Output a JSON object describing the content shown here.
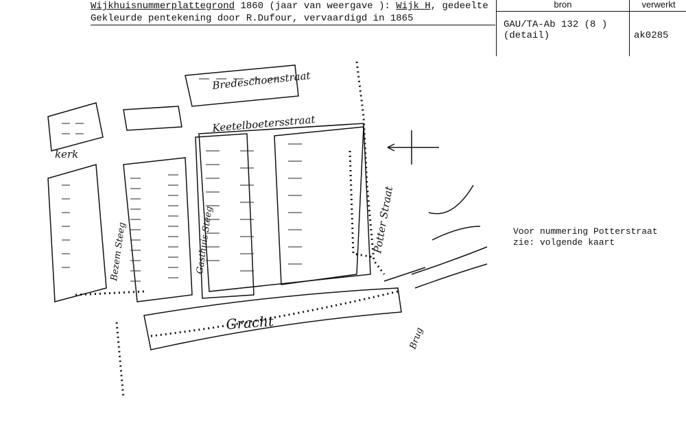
{
  "header": {
    "title_part1": "Wijkhuisnummerplattegrond",
    "title_part2": " 1860 (jaar van weergave ): ",
    "title_part3": "Wijk H",
    "title_part4": ", gedeelte",
    "subtitle": "Gekleurde pentekening door R.Dufour, vervaardigd in 1865"
  },
  "meta": {
    "bron_label": "bron",
    "verwerkt_label": "verwerkt",
    "source": "GAU/TA-Ab 132 (8 )\n(detail)",
    "reference": "ak0285"
  },
  "note": "Voor nummering Potterstraat\nzie: volgende kaart",
  "map": {
    "streets": {
      "bredesteeg": "Bredeschoenstraat",
      "ketelboeters": "Keetelboetersstraat",
      "gracht": "Gracht",
      "potterstraat": "Potter Straat",
      "bezemstraat": "Bezem Steeg",
      "gasthuis": "Gasthuis Steeg",
      "brug": "Brug",
      "left_top": "kerk"
    },
    "colors": {
      "ink": "#111111",
      "paper": "#ffffff"
    }
  }
}
